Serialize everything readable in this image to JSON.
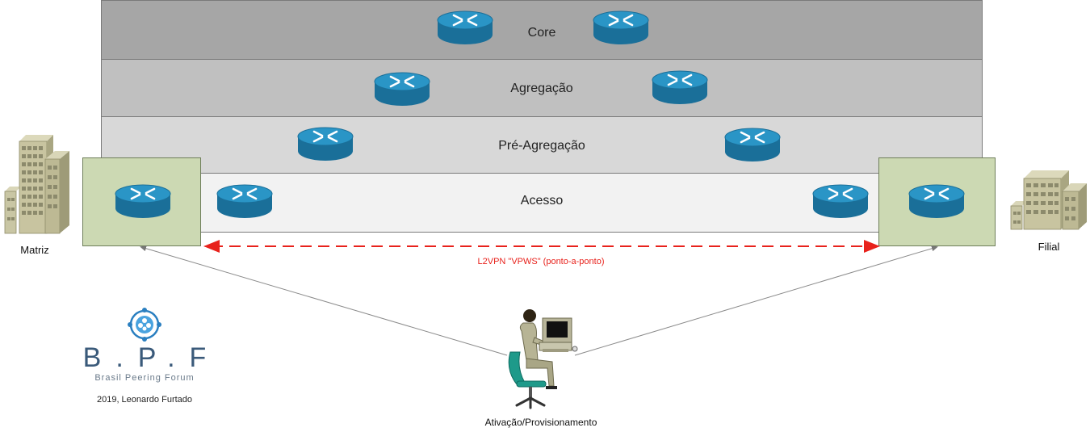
{
  "layers": {
    "core": "Core",
    "agregacao": "Agregação",
    "pre_agregacao": "Pré-Agregação",
    "acesso": "Acesso"
  },
  "sites": {
    "matriz": "Matriz",
    "filial": "Filial"
  },
  "l2vpn_label": "L2VPN \"VPWS\" (ponto-a-ponto)",
  "operator_label": "Ativação/Provisionamento",
  "logo": {
    "name": "B.P.F",
    "subtitle": "Brasil Peering Forum"
  },
  "credit": "2019, Leonardo Furtado",
  "colors": {
    "core": "#a6a6a6",
    "agregacao": "#c0c0c0",
    "pre_agregacao": "#d8d8d8",
    "acesso": "#f2f2f2",
    "site_box": "#ccd9b3",
    "router": "#1f82b4",
    "l2vpn_line": "#e8221c"
  }
}
